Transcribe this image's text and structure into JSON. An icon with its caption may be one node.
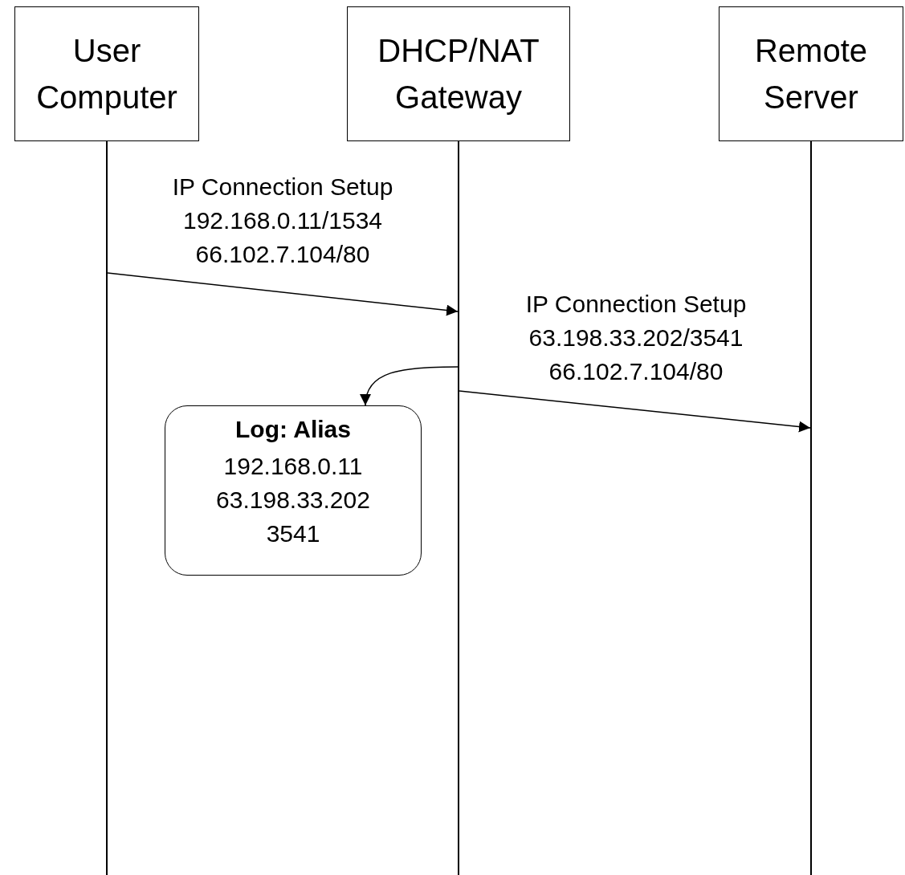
{
  "diagram": {
    "nodes": [
      {
        "text": [
          "User Computer"
        ]
      },
      {
        "text": [
          "DHCP/NAT Gateway"
        ]
      },
      {
        "text": [
          "Remote Server"
        ]
      },
      {
        "text": [
          "Log: Alias",
          "192.168.0.11 63.198.33.202 3541"
        ]
      },
      {
        "text": [],
        "shape": "line"
      },
      {
        "text": [],
        "shape": "line"
      },
      {
        "text": [],
        "shape": "line"
      }
    ],
    "edges": [
      {
        "from": 4,
        "to": 5,
        "arrow": "to",
        "label": "IP Connection Setup 192.168.0.11/1534 66.102.7.104/80"
      },
      {
        "from": 5,
        "to": 6,
        "arrow": "to",
        "label": "IP Connection Setup 63.198.33.202/3541 66.102.7.104/80"
      },
      {
        "from": 5,
        "to": 3,
        "arrow": "to"
      }
    ]
  }
}
